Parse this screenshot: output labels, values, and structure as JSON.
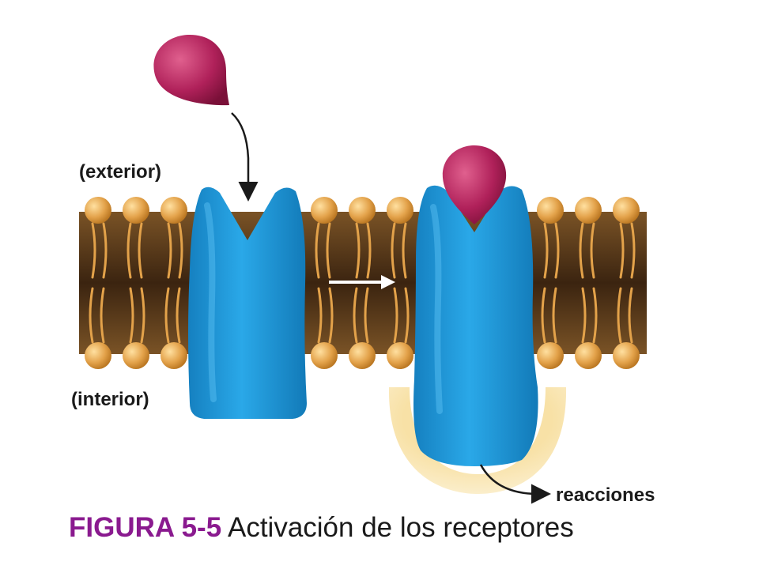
{
  "labels": {
    "exterior": "(exterior)",
    "interior": "(interior)",
    "reactions": "reacciones"
  },
  "caption": {
    "figure_number": "FIGURA 5-5",
    "text": "Activación de los receptores"
  },
  "colors": {
    "membrane_dark": "#3b2410",
    "membrane_light": "#7a5326",
    "lipid_head": "#e3a24a",
    "receptor": "#1e9ad9",
    "ligand": "#b0215a",
    "halo": "#f8e1a6",
    "caption_accent": "#8a1a8f"
  }
}
